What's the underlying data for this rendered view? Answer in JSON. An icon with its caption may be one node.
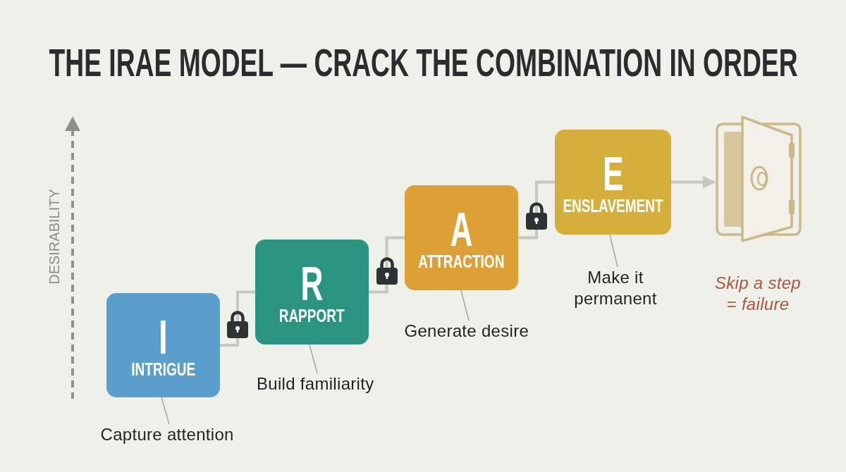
{
  "diagram": {
    "title": "THE IRAE MODEL — CRACK THE COMBINATION IN ORDER",
    "nodes": [
      {
        "text": [
          "I",
          "INTRIGUE"
        ]
      },
      {
        "text": [
          "R",
          "RAPPORT"
        ]
      },
      {
        "text": [
          "A",
          "ATTRACTION"
        ]
      },
      {
        "text": [
          "E",
          "ENSLAVEMENT"
        ]
      },
      {
        "text": [],
        "shape": "picture"
      },
      {
        "text": [
          "Capture attention"
        ]
      },
      {
        "text": [
          "Build familiarity"
        ]
      },
      {
        "text": [
          "Generate desire"
        ]
      },
      {
        "text": [
          "Make it permanent"
        ]
      }
    ],
    "edges": [
      {
        "from": 0,
        "to": 1,
        "arrow": "none",
        "style": "thick"
      },
      {
        "from": 1,
        "to": 2,
        "arrow": "none",
        "style": "thick"
      },
      {
        "from": 2,
        "to": 3,
        "arrow": "none",
        "style": "thick"
      },
      {
        "from": 3,
        "to": 4,
        "arrow": "to",
        "style": "thick"
      },
      {
        "from": 5,
        "to": 0,
        "arrow": "none"
      },
      {
        "from": 6,
        "to": 1,
        "arrow": "none"
      },
      {
        "from": 7,
        "to": 2,
        "arrow": "none"
      },
      {
        "from": 8,
        "to": 3,
        "arrow": "none"
      }
    ],
    "labels": [
      "DESIRABILITY",
      "Skip a step = failure"
    ]
  }
}
